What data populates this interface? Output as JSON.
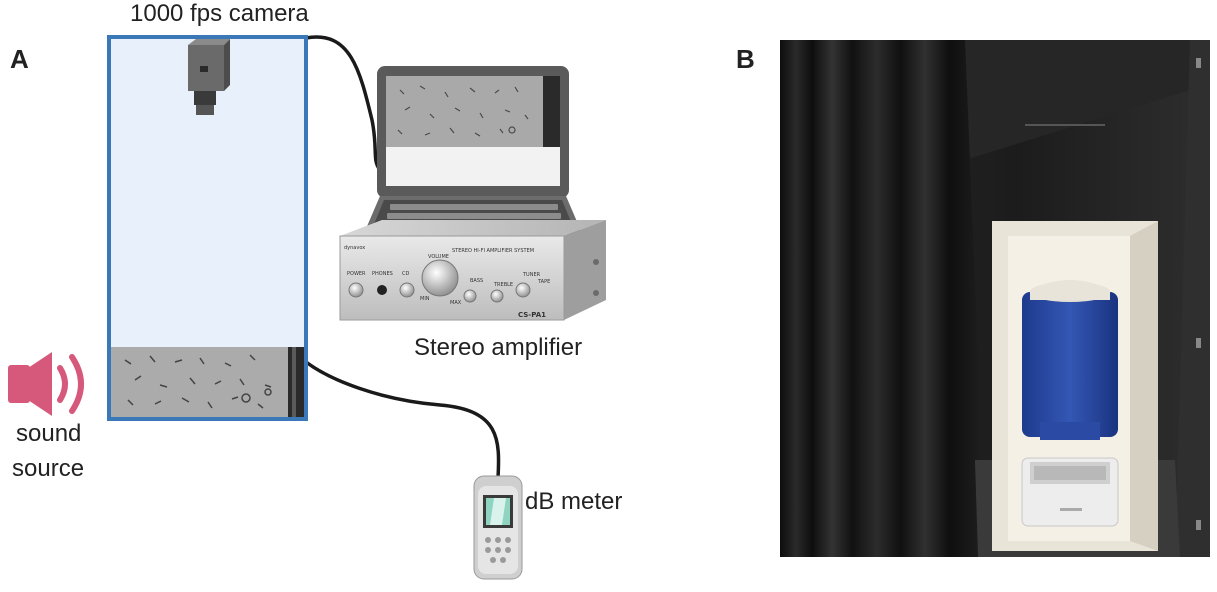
{
  "panel_a": {
    "letter": "A",
    "camera_label": "1000 fps camera",
    "amplifier_label": "Stereo amplifier",
    "meter_label": "dB meter",
    "sound_label_line1": "sound",
    "sound_label_line2": "source",
    "amplifier_text": {
      "brand": "dynavox",
      "system": "STEREO HI-FI AMPLIFIER SYSTEM",
      "volume": "VOLUME",
      "power": "POWER",
      "phones": "PHONES",
      "cd": "CD",
      "bass": "BASS",
      "treble": "TREBLE",
      "tuner": "TUNER",
      "tape": "TAPE",
      "max": "MAX",
      "min": "MIN",
      "model": "CS-PA1"
    }
  },
  "panel_b": {
    "letter": "B"
  },
  "colors": {
    "tank_border": "#3b78b8",
    "tank_fill": "#e7f0fb",
    "speaker": "#d6587a",
    "cable": "#1a1a1a"
  }
}
